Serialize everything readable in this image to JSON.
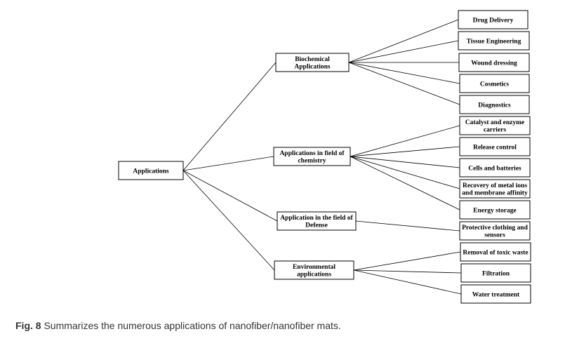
{
  "diagram": {
    "root": {
      "id": "root",
      "lines": [
        "Applications"
      ]
    },
    "mid": [
      {
        "id": "bio",
        "lines": [
          "Biochemical",
          "Applications"
        ]
      },
      {
        "id": "chem",
        "lines": [
          "Applications in field of",
          "chemistry"
        ]
      },
      {
        "id": "def",
        "lines": [
          "Application in the field of",
          "Defense"
        ]
      },
      {
        "id": "env",
        "lines": [
          "Environmental",
          "applications"
        ]
      }
    ],
    "leaves": [
      {
        "id": "drug",
        "parent": "bio",
        "lines": [
          "Drug Delivery"
        ]
      },
      {
        "id": "tissue",
        "parent": "bio",
        "lines": [
          "Tissue Engineering"
        ]
      },
      {
        "id": "wound",
        "parent": "bio",
        "lines": [
          "Wound dressing"
        ]
      },
      {
        "id": "cosm",
        "parent": "bio",
        "lines": [
          "Cosmetics"
        ]
      },
      {
        "id": "diag",
        "parent": "bio",
        "lines": [
          "Diagnostics"
        ]
      },
      {
        "id": "cat",
        "parent": "chem",
        "lines": [
          "Catalyst and enzyme",
          "carriers"
        ]
      },
      {
        "id": "rel",
        "parent": "chem",
        "lines": [
          "Release control"
        ]
      },
      {
        "id": "cells",
        "parent": "chem",
        "lines": [
          "Cells and batteries"
        ]
      },
      {
        "id": "rec",
        "parent": "chem",
        "lines": [
          "Recovery of metal ions",
          "and membrane affinity"
        ]
      },
      {
        "id": "energy",
        "parent": "chem",
        "lines": [
          "Energy storage"
        ]
      },
      {
        "id": "prot",
        "parent": "def",
        "lines": [
          "Protective clothing and",
          "sensors"
        ]
      },
      {
        "id": "toxic",
        "parent": "env",
        "lines": [
          "Removal of toxic waste"
        ]
      },
      {
        "id": "filt",
        "parent": "env",
        "lines": [
          "Filtration"
        ]
      },
      {
        "id": "water",
        "parent": "env",
        "lines": [
          "Water treatment"
        ]
      }
    ]
  },
  "caption": {
    "label": "Fig. 8",
    "text": "Summarizes the numerous applications of nanofiber/nanofiber mats."
  }
}
